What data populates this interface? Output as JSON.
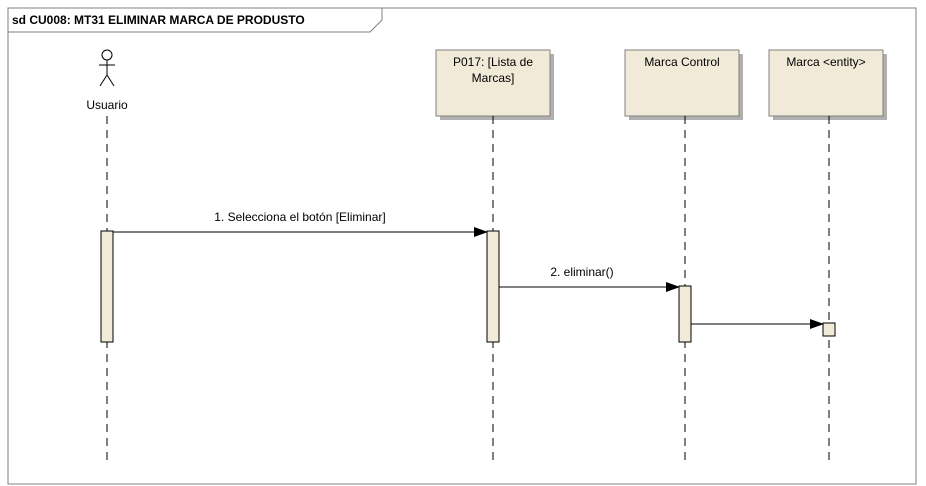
{
  "frame": {
    "title": "sd CU008: MT31 ELIMINAR MARCA DE PRODUSTO"
  },
  "actor": {
    "name": "Usuario"
  },
  "lifelines": [
    {
      "line1": "P017: [Lista de",
      "line2": "Marcas]"
    },
    {
      "line1": "Marca Control"
    },
    {
      "line1": "Marca <entity>"
    }
  ],
  "messages": [
    {
      "label": "1. Selecciona el botón [Eliminar]"
    },
    {
      "label": "2. eliminar()"
    },
    {
      "label": ""
    }
  ],
  "colors": {
    "box_fill": "#f2ead8",
    "box_stroke": "#808080",
    "shadow": "#b0b0b0",
    "line": "#000000"
  }
}
